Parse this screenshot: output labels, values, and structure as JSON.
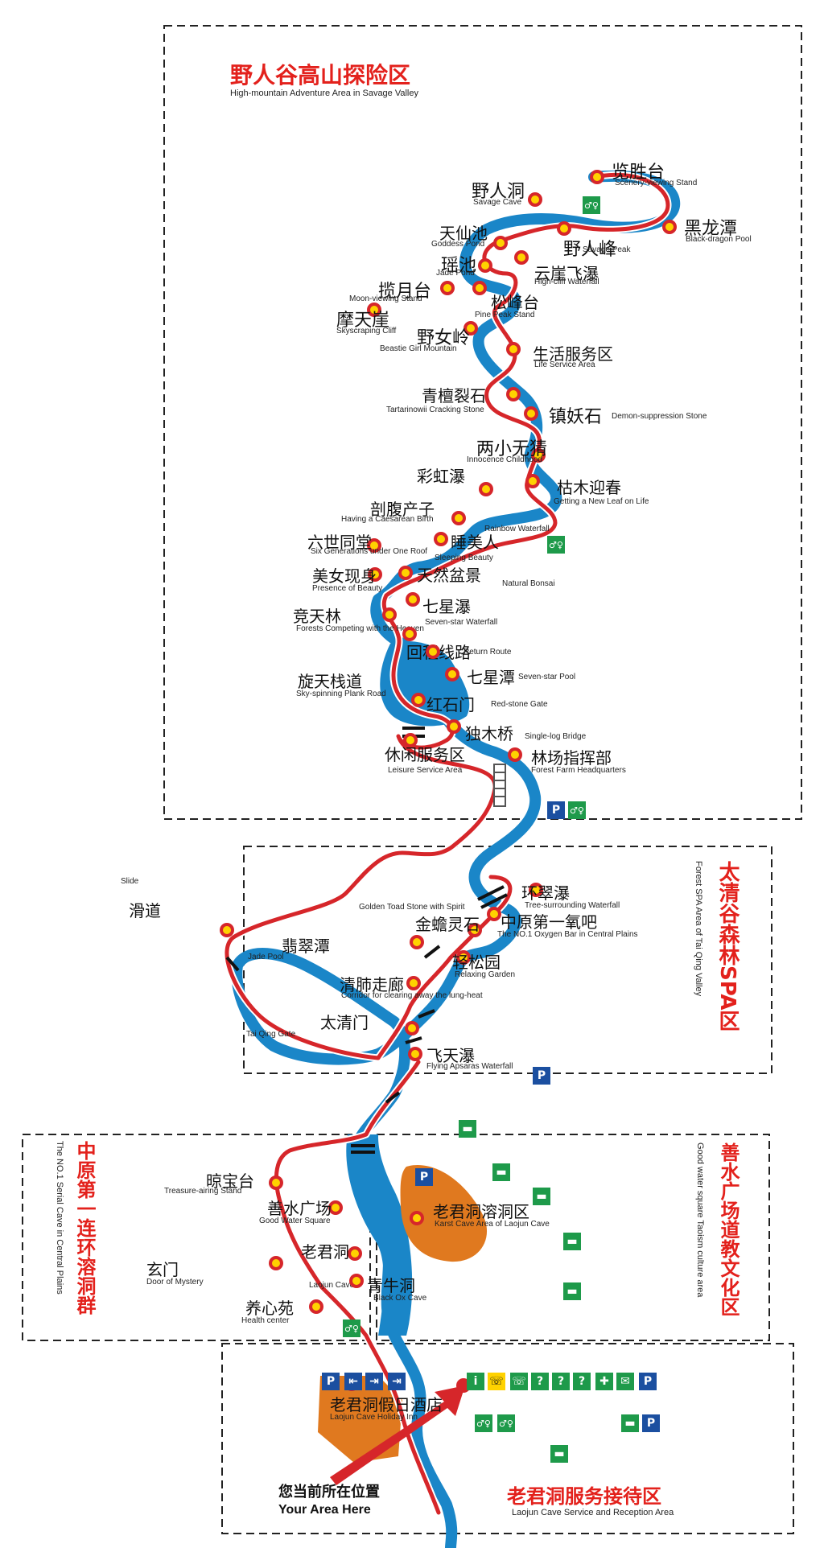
{
  "colors": {
    "trail": "#d6262a",
    "river": "#1a86c8",
    "plaza": "#e0791f",
    "zone_title": "#e3211c",
    "icon_blue": "#1b4fa0",
    "icon_green": "#1e9a4a"
  },
  "zones": {
    "z1": {
      "cn": "野人谷高山探险区",
      "en": "High-mountain Adventure Area in Savage Valley"
    },
    "z2": {
      "cn": "太清谷森林SPA区",
      "en": "Forest SPA Area of Tai Qing Valley"
    },
    "z3": {
      "cn": "中原第一连环溶洞群",
      "en": "The NO.1 Serial Cave in Central Plains"
    },
    "z4": {
      "cn": "善水广场道教文化区",
      "en": "Good water square Taoism culture area"
    },
    "z5": {
      "cn": "老君洞服务接待区",
      "en": "Laojun Cave Service and Reception Area"
    }
  },
  "spots": [
    {
      "cn": "览胜台",
      "en": "Scenery-viewing Stand"
    },
    {
      "cn": "野人洞",
      "en": "Savage Cave"
    },
    {
      "cn": "黑龙潭",
      "en": "Black-dragon Pool"
    },
    {
      "cn": "天仙池",
      "en": "Goddess Pond"
    },
    {
      "cn": "野人峰",
      "en": "Savage Peak"
    },
    {
      "cn": "瑶池",
      "en": "Jade Pond"
    },
    {
      "cn": "云崖飞瀑",
      "en": "High-cliff Waterfall"
    },
    {
      "cn": "揽月台",
      "en": "Moon-viewing Stand"
    },
    {
      "cn": "松峰台",
      "en": "Pine Peak Stand"
    },
    {
      "cn": "摩天崖",
      "en": "Skyscraping Cliff"
    },
    {
      "cn": "野女岭",
      "en": "Beastie Girl Mountain"
    },
    {
      "cn": "生活服务区",
      "en": "Life Service Area"
    },
    {
      "cn": "青檀裂石",
      "en": "Tartarinowii Cracking Stone"
    },
    {
      "cn": "镇妖石",
      "en": "Demon-suppression Stone"
    },
    {
      "cn": "两小无猜",
      "en": "Innocence Childhood"
    },
    {
      "cn": "枯木迎春",
      "en": "Getting a New Leaf on Life"
    },
    {
      "cn": "剖腹产子",
      "en": "Having a Caesarean Birth"
    },
    {
      "cn": "彩虹瀑",
      "en": "Rainbow Waterfall"
    },
    {
      "cn": "六世同堂",
      "en": "Six Generations under One Roof"
    },
    {
      "cn": "睡美人",
      "en": "Sleeping Beauty"
    },
    {
      "cn": "美女现身",
      "en": "Presence of Beauty"
    },
    {
      "cn": "天然盆景",
      "en": "Natural Bonsai"
    },
    {
      "cn": "竞天林",
      "en": "Forests Competing with the Heaven"
    },
    {
      "cn": "七星瀑",
      "en": "Seven-star Waterfall"
    },
    {
      "cn": "回程线路",
      "en": "Return Route"
    },
    {
      "cn": "旋天栈道",
      "en": "Sky-spinning Plank Road"
    },
    {
      "cn": "七星潭",
      "en": "Seven-star Pool"
    },
    {
      "cn": "红石门",
      "en": "Red-stone Gate"
    },
    {
      "cn": "独木桥",
      "en": "Single-log Bridge"
    },
    {
      "cn": "休闲服务区",
      "en": "Leisure Service Area"
    },
    {
      "cn": "林场指挥部",
      "en": "Forest Farm Headquarters"
    },
    {
      "cn": "滑道",
      "en": "Slide"
    },
    {
      "cn": "环翠瀑",
      "en": "Tree-surrounding Waterfall"
    },
    {
      "cn": "金蟾灵石",
      "en": "Golden Toad Stone with Spirit"
    },
    {
      "cn": "中原第一氧吧",
      "en": "The NO.1 Oxygen Bar in Central Plains"
    },
    {
      "cn": "翡翠潭",
      "en": "Jade Pool"
    },
    {
      "cn": "轻松园",
      "en": "Relaxing Garden"
    },
    {
      "cn": "清肺走廊",
      "en": "Corridor for clearing away the lung-heat"
    },
    {
      "cn": "太清门",
      "en": "Tai Qing Gate"
    },
    {
      "cn": "飞天瀑",
      "en": "Flying Apsaras Waterfall"
    },
    {
      "cn": "晾宝台",
      "en": "Treasure-airing Stand"
    },
    {
      "cn": "善水广场",
      "en": "Good Water Square"
    },
    {
      "cn": "老君洞溶洞区",
      "en": "Karst Cave Area of Laojun Cave"
    },
    {
      "cn": "玄门",
      "en": "Door of Mystery"
    },
    {
      "cn": "老君洞",
      "en": "Laojun Cave"
    },
    {
      "cn": "青牛洞",
      "en": "Black Ox Cave"
    },
    {
      "cn": "养心苑",
      "en": "Health center"
    },
    {
      "cn": "老君洞假日酒店",
      "en": "Laojun Cave Holiday Inn"
    }
  ],
  "here": {
    "cn": "您当前所在位置",
    "en": "Your Area Here"
  },
  "icons": {
    "parking": "P",
    "info": "i",
    "phone": "☏",
    "question": "?",
    "first_aid": "✚",
    "mail": "✉",
    "bed": "▬",
    "toilet": "♂♀",
    "exit": "⇥",
    "entrance": "⇤"
  }
}
